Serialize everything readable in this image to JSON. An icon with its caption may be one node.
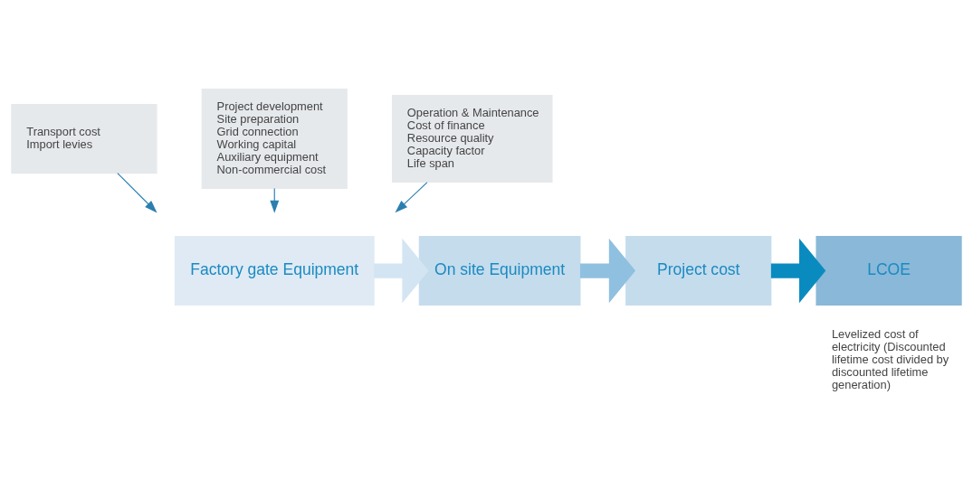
{
  "diagram": {
    "nodes": [
      {
        "text": [
          "Factory gate Equipment"
        ]
      },
      {
        "text": [
          "On site Equipment"
        ]
      },
      {
        "text": [
          "Project cost"
        ]
      },
      {
        "text": [
          "LCOE"
        ],
        "beside": [
          "Levelized cost of electricity (Discounted lifetime cost divided by discounted lifetime generation)"
        ]
      },
      {
        "text": [
          "Transport cost",
          "Import levies"
        ]
      },
      {
        "text": [
          "Project development",
          "Site preparation",
          "Grid connection",
          "Working capital",
          "Auxiliary equipment",
          "Non-commercial cost"
        ]
      },
      {
        "text": [
          "Operation & Maintenance",
          "Cost of finance",
          "Resource quality",
          "Capacity factor",
          "Life span"
        ]
      }
    ],
    "edges": [
      {
        "from": 0,
        "to": 1,
        "arrow": "to",
        "style": "thick",
        "color": "#d3e5f2"
      },
      {
        "from": 1,
        "to": 2,
        "arrow": "to",
        "style": "thick",
        "color": "#8fc0e0"
      },
      {
        "from": 2,
        "to": 3,
        "arrow": "to",
        "style": "thick",
        "color": "#0a8bbf"
      },
      {
        "from": 4,
        "to": null,
        "arrow": "to"
      },
      {
        "from": 5,
        "to": null,
        "arrow": "to"
      },
      {
        "from": 6,
        "to": null,
        "arrow": "to"
      }
    ]
  }
}
